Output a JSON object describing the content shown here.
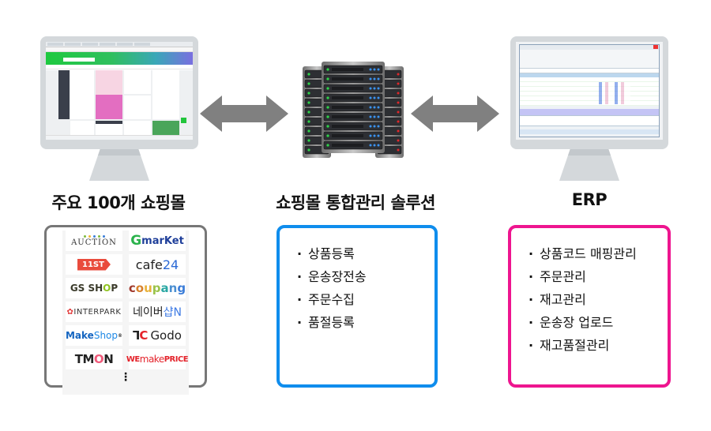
{
  "columns": {
    "left": {
      "title": "주요 100개 쇼핑몰",
      "screen": "shopping-mall-website",
      "malls": [
        {
          "name": "AUCTION"
        },
        {
          "name": "Gmarket",
          "prefix": "G",
          "rest": "marKet"
        },
        {
          "name": "11ST",
          "label": "11ST"
        },
        {
          "name": "cafe24",
          "word": "cafe",
          "num": "24"
        },
        {
          "name": "GS SHOP",
          "pre": "GS SH",
          "o": "O",
          "post": "P"
        },
        {
          "name": "coupang",
          "letters": [
            "c",
            "o",
            "u",
            "p",
            "a",
            "n",
            "g"
          ]
        },
        {
          "name": "INTERPARK",
          "label": "INTERPARK"
        },
        {
          "name": "네이버 샵N",
          "pre": "네이버 ",
          "shop": "샵N"
        },
        {
          "name": "MakeShop",
          "bold": "Make",
          "thin": "Shop",
          "mark": "®"
        },
        {
          "name": "Godo",
          "mark_a": "⅂",
          "mark_b": "C",
          "word": "Godo"
        },
        {
          "name": "TMON",
          "pre": "TM",
          "o": "O",
          "post": "N"
        },
        {
          "name": "WEmakePRICE",
          "we": "WE",
          "make": "make",
          "price": "PRICE"
        }
      ],
      "more_indicator": "⋮"
    },
    "middle": {
      "title": "쇼핑몰 통합관리 솔루션",
      "icon": "server-rack-icon",
      "features": [
        "상품등록",
        "운송장전송",
        "주문수집",
        "품절등록"
      ]
    },
    "right": {
      "title": "ERP",
      "screen": "erp-window",
      "features": [
        "상품코드 매핑관리",
        "주문관리",
        "재고관리",
        "운송장 업로드",
        "재고품절관리"
      ]
    }
  },
  "bullet": "·",
  "connectors": [
    {
      "from": "left",
      "to": "middle",
      "type": "bidirectional-arrow"
    },
    {
      "from": "middle",
      "to": "right",
      "type": "bidirectional-arrow"
    }
  ],
  "colors": {
    "arrow": "#808080",
    "monitor": "#d4d8db",
    "malls_border": "#777777",
    "solution_border": "#0f8ded",
    "erp_border": "#ee158f",
    "coupang": [
      "#a0392c",
      "#d9822b",
      "#e8b13a",
      "#9bc34a",
      "#2aa7a3",
      "#4b8fd1",
      "#3b7dd8"
    ],
    "auction_dots": [
      "#7dbb3c",
      "#f2b632",
      "#3a7dd8",
      "#7dbb3c",
      "#3a7dd8"
    ]
  }
}
